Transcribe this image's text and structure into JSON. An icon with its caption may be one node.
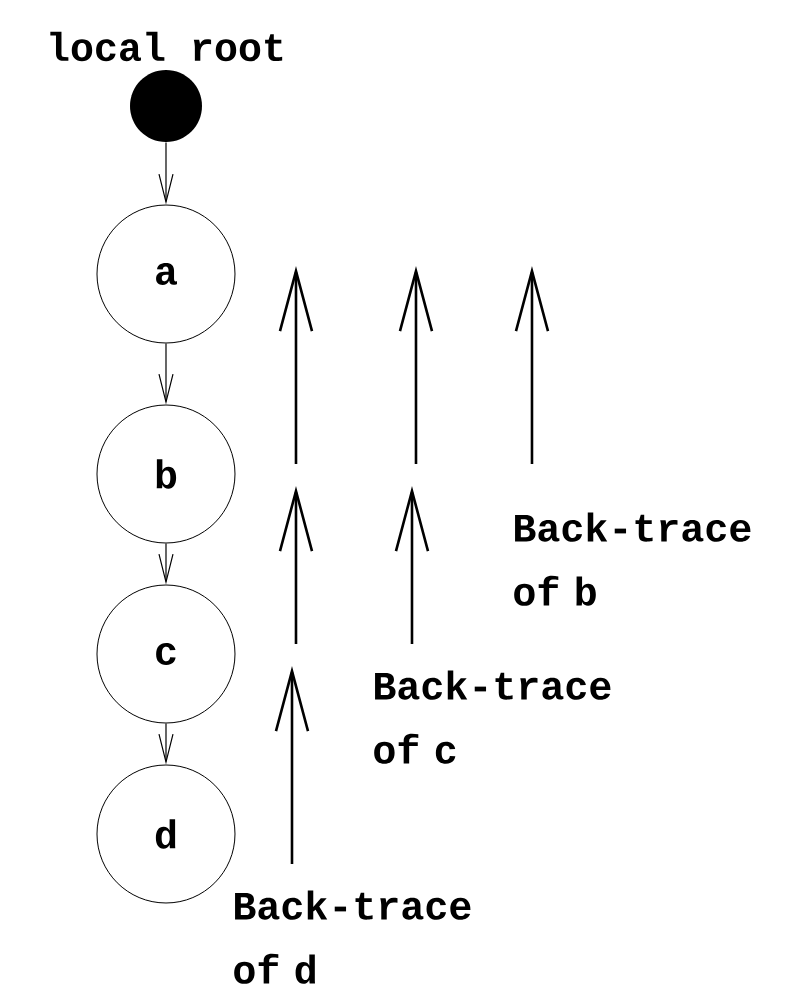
{
  "diagram": {
    "nodes": [
      {
        "text": [
          "local root"
        ]
      },
      {
        "text": [
          "a"
        ]
      },
      {
        "text": [
          "b"
        ]
      },
      {
        "text": [
          "c"
        ]
      },
      {
        "text": [
          "d"
        ]
      },
      {
        "text": [
          "Back-trace of b"
        ]
      },
      {
        "text": [
          "Back-trace of c"
        ]
      },
      {
        "text": [
          "Back-trace of d"
        ]
      }
    ],
    "edges": [
      {
        "from": 0,
        "to": 1,
        "arrow": "to"
      },
      {
        "from": 1,
        "to": 2,
        "arrow": "to"
      },
      {
        "from": 2,
        "to": 3,
        "arrow": "to"
      },
      {
        "from": 3,
        "to": 4,
        "arrow": "to"
      },
      {
        "from": 5,
        "to": null,
        "arrow": "to"
      },
      {
        "from": 6,
        "to": null,
        "arrow": "to"
      },
      {
        "from": 7,
        "to": null,
        "arrow": "to"
      }
    ]
  }
}
